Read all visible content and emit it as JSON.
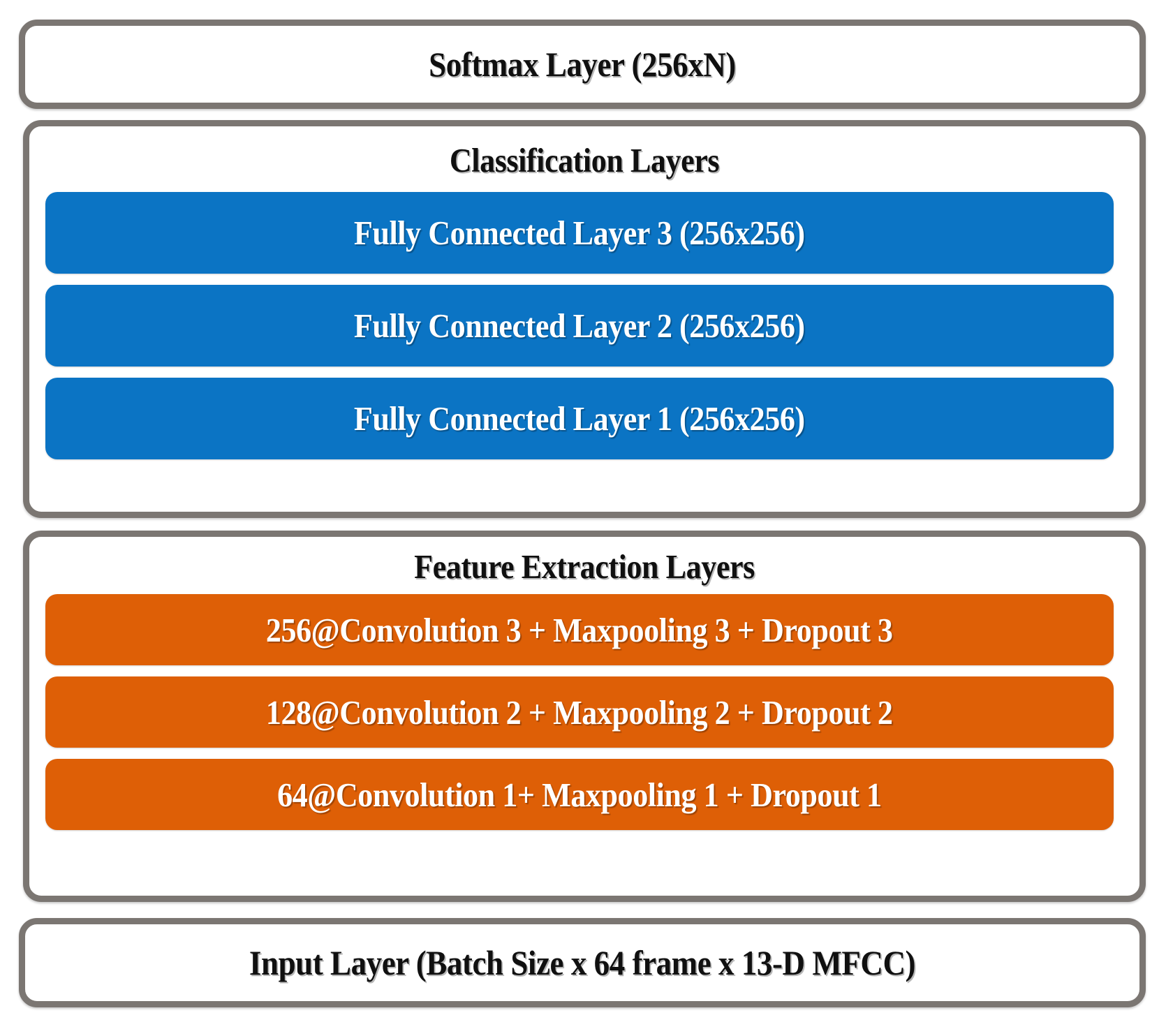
{
  "diagram": {
    "title": "CNN architecture block diagram",
    "colors": {
      "border_gray": "#7b7672",
      "fully_connected_blue": "#0b74c4",
      "convolution_orange": "#de5f06",
      "background": "#ffffff",
      "bar_text": "#ffffff",
      "heading_text": "#101010"
    }
  },
  "softmax": {
    "label": "Softmax Layer (256xN)"
  },
  "classification": {
    "heading": "Classification Layers",
    "layers": [
      {
        "label": "Fully Connected Layer 3 (256x256)"
      },
      {
        "label": "Fully Connected Layer 2 (256x256)"
      },
      {
        "label": "Fully Connected Layer 1 (256x256)"
      }
    ]
  },
  "feature_extraction": {
    "heading": "Feature Extraction Layers",
    "layers": [
      {
        "label": "256@Convolution 3 + Maxpooling 3 + Dropout 3"
      },
      {
        "label": "128@Convolution 2 + Maxpooling 2 + Dropout 2"
      },
      {
        "label": "64@Convolution 1+ Maxpooling 1 + Dropout 1"
      }
    ]
  },
  "input": {
    "label": "Input Layer (Batch Size x 64 frame x 13-D MFCC)"
  }
}
